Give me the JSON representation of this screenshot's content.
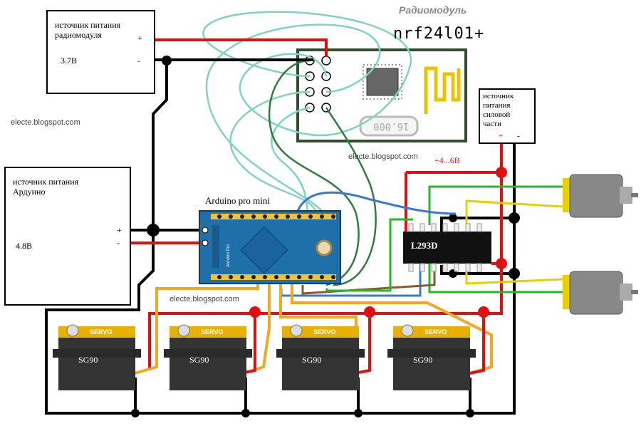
{
  "power_radio": {
    "title_line1": "источник питания",
    "title_line2": "радиомодуля",
    "voltage": "3.7В",
    "plus": "+",
    "minus": "-"
  },
  "power_arduino": {
    "title_line1": "источник питания",
    "title_line2": "Ардуино",
    "voltage": "4.8В",
    "plus": "+",
    "minus": "-"
  },
  "power_motor": {
    "title_line1": "источник",
    "title_line2": "питания",
    "title_line3": "силовой",
    "title_line4": "части",
    "plus": "+",
    "minus": "-"
  },
  "radio_module": {
    "caption": "Радиомодуль",
    "name": "nrf24l01+",
    "crystal": "16.000"
  },
  "arduino": {
    "label": "Arduino pro mini",
    "board_text": "Arduino Pro"
  },
  "driver": {
    "label": "L293D"
  },
  "motor_voltage": "+4...6В",
  "watermarks": [
    "electe.blogspot.com",
    "electe.blogspot.com",
    "electe.blogspot.com"
  ],
  "servos": [
    {
      "brand": "SERVO",
      "model": "SG90"
    },
    {
      "brand": "SERVO",
      "model": "SG90"
    },
    {
      "brand": "SERVO",
      "model": "SG90"
    },
    {
      "brand": "SERVO",
      "model": "SG90"
    }
  ],
  "colors": {
    "red": "#e01010",
    "black": "#000000",
    "orange": "#f5a623",
    "green": "#22bb22",
    "blue": "#3a78d8",
    "teal": "#7fd3c2",
    "darkgreen": "#2e7d3a",
    "board": "#1f6fa8",
    "yellow": "#e8d000"
  }
}
